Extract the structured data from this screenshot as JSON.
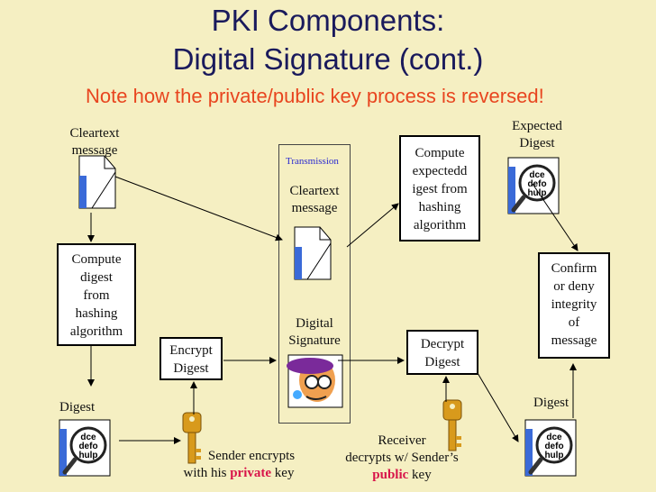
{
  "slide": {
    "title_line1": "PKI Components:",
    "title_line2": "Digital Signature (cont.)",
    "subtitle": "Note how the private/public key process is reversed!"
  },
  "labels": {
    "cleartext_l1": "Cleartext",
    "cleartext_l2": "message",
    "transmission": "Transmission",
    "trans_cleartext_l1": "Cleartext",
    "trans_cleartext_l2": "message",
    "digital_sig_l1": "Digital",
    "digital_sig_l2": "Signature",
    "expected_l1": "Expected",
    "expected_l2": "Digest",
    "digest_left": "Digest",
    "digest_right": "Digest"
  },
  "boxes": {
    "compute_digest": [
      "Compute",
      "digest",
      "from",
      "hashing",
      "algorithm"
    ],
    "encrypt_digest": [
      "Encrypt",
      "Digest"
    ],
    "compute_expected": [
      "Compute",
      "expectedd",
      "igest from",
      "hashing",
      "algorithm"
    ],
    "decrypt_digest": [
      "Decrypt",
      "Digest"
    ],
    "confirm": [
      "Confirm",
      "or deny",
      "integrity",
      "of",
      "message"
    ]
  },
  "sender_note": {
    "line1": "Sender encrypts",
    "line2_pre": "with his",
    "key_word": "private",
    "line2_post": "key"
  },
  "receiver_note": {
    "line1": "Receiver",
    "line2": "decrypts w/ Sender’s",
    "key_word": "public",
    "line3_post": "key"
  },
  "digest_icon_text": [
    "dce",
    "defo",
    "hulp"
  ],
  "colors": {
    "background": "#f5efc2",
    "title": "#1a1a5c",
    "subtitle": "#e8451f",
    "key_highlight": "#d8154a",
    "transmission": "#2a2ad0",
    "key_gold": "#d89a1c"
  }
}
